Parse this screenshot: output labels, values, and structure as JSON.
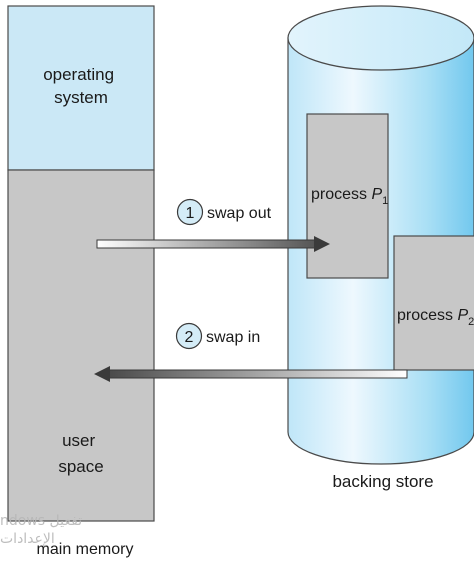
{
  "memory": {
    "os_label": [
      "operating",
      "system"
    ],
    "user_label": [
      "user",
      "space"
    ],
    "caption": "main memory"
  },
  "backing_store": {
    "caption": "backing store",
    "process1": {
      "label": "process ",
      "var": "P",
      "sub": "1"
    },
    "process2": {
      "label": "process ",
      "var": "P",
      "sub": "2"
    }
  },
  "operations": {
    "swap_out": {
      "num": "1",
      "label": "swap out"
    },
    "swap_in": {
      "num": "2",
      "label": "swap in"
    }
  },
  "watermark": {
    "line1": "ndows تفعيل",
    "line2": "الإعدادات"
  },
  "colors": {
    "os_fill": "#cbe8f6",
    "user_fill": "#c7c7c7",
    "cylinder_light": "#eef8fe",
    "cylinder_dark": "#7fd0f1",
    "process_fill": "#c7c7c7",
    "circle_fill": "#d4ecf7"
  }
}
